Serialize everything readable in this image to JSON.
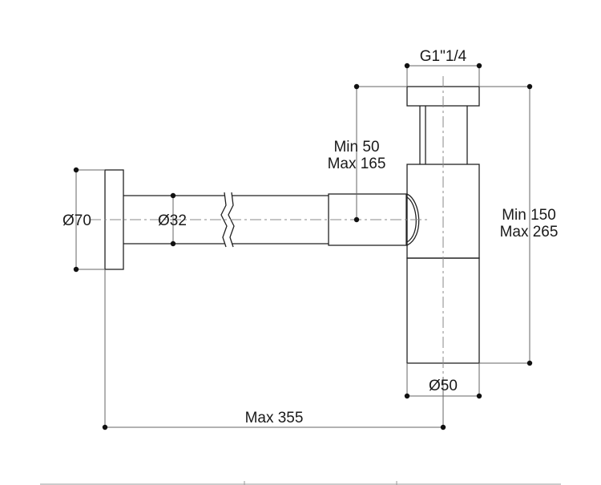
{
  "dimensions": {
    "thread": "G1\"1/4",
    "flange_diameter": "Ø70",
    "pipe_diameter": "Ø32",
    "body_diameter": "Ø50",
    "offset_min": "Min 50",
    "offset_max": "Max 165",
    "height_min": "Min 150",
    "height_max": "Max 265",
    "length_max": "Max 355"
  }
}
